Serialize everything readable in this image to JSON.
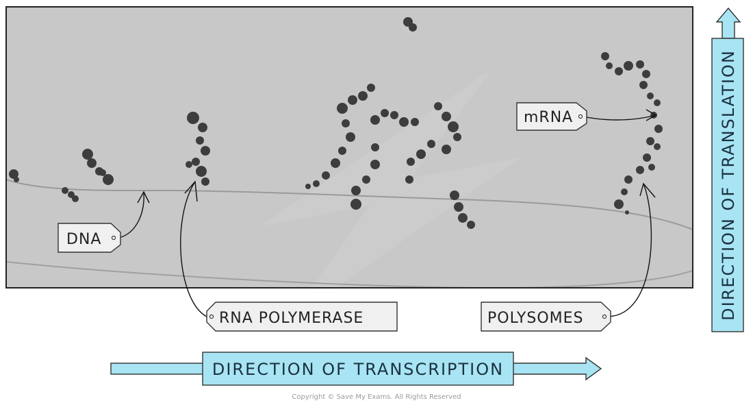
{
  "labels": {
    "dna": "DNA",
    "mrna": "mRNA",
    "rna_polymerase": "RNA POLYMERASE",
    "polysomes": "POLYSOMES"
  },
  "arrows": {
    "transcription": "DIRECTION OF TRANSCRIPTION",
    "translation": "DIRECTION OF TRANSLATION"
  },
  "copyright": "Copyright © Save My Exams. All Rights Reserved",
  "colors": {
    "micrograph_bg": "#c8c8c8",
    "blob": "#3d3d3d",
    "arrow_fill": "#a8e4f3",
    "tag_fill": "#f0f0f0"
  }
}
